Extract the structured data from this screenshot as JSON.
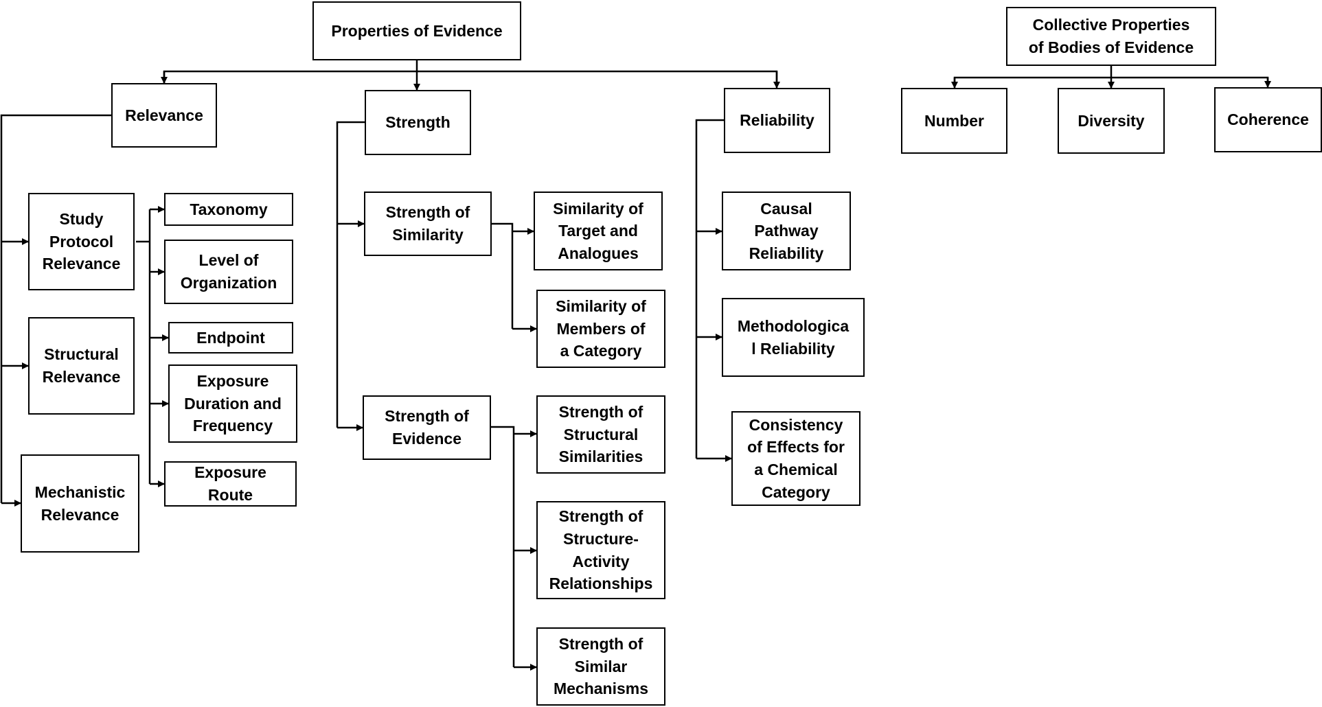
{
  "nodes": {
    "properties": "Properties of Evidence",
    "relevance": "Relevance",
    "strength": "Strength",
    "reliability": "Reliability",
    "study_protocol": "Study\nProtocol\nRelevance",
    "structural_relevance": "Structural\nRelevance",
    "mechanistic_relevance": "Mechanistic\nRelevance",
    "taxonomy": "Taxonomy",
    "level_org": "Level of\nOrganization",
    "endpoint": "Endpoint",
    "exposure_duration": "Exposure\nDuration and\nFrequency",
    "exposure_route": "Exposure\nRoute",
    "strength_similarity": "Strength of\nSimilarity",
    "strength_evidence": "Strength of\nEvidence",
    "sim_target": "Similarity of\nTarget and\nAnalogues",
    "sim_members": "Similarity of\nMembers of\na Category",
    "str_structural": "Strength of\nStructural\nSimilarities",
    "str_sar": "Strength of\nStructure-\nActivity\nRelationships",
    "str_mech": "Strength of\nSimilar\nMechanisms",
    "causal": "Causal\nPathway\nReliability",
    "method": "Methodologica\nl Reliability",
    "consistency": "Consistency\nof Effects for\na Chemical\nCategory",
    "collective": "Collective Properties\nof Bodies of Evidence",
    "number": "Number",
    "diversity": "Diversity",
    "coherence": "Coherence"
  }
}
